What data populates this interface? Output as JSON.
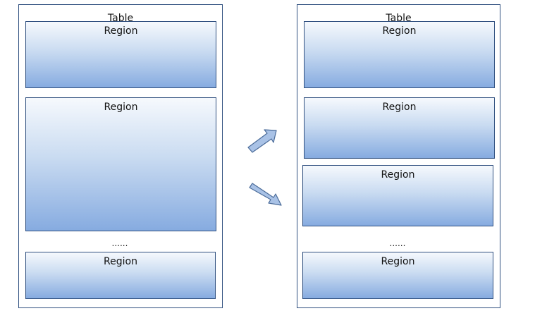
{
  "left_table": {
    "title": "Table",
    "regions": [
      "Region",
      "Region",
      "Region"
    ],
    "ellipsis": "......"
  },
  "right_table": {
    "title": "Table",
    "regions": [
      "Region",
      "Region",
      "Region",
      "Region"
    ],
    "ellipsis": "......"
  },
  "colors": {
    "border": "#2f4f7f",
    "gradient_top": "#f6f9fd",
    "gradient_bottom": "#86abe0",
    "arrow_fill": "#a9c2e6",
    "arrow_stroke": "#4a6b99"
  },
  "icons": [
    "arrow-up-right-icon",
    "arrow-down-right-icon"
  ]
}
